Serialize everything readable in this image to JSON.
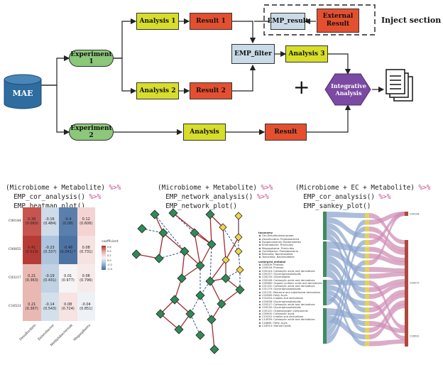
{
  "workflow": {
    "mae": "MAE",
    "experiment1": "Experiment 1",
    "experiment2": "Experiment 2",
    "analysis1": "Analysis  1",
    "analysis2": "Analysis  2",
    "analysis3": "Analysis 3",
    "analysis": "Analysis",
    "result1": "Result  1",
    "result2": "Result  2",
    "result": "Result",
    "emp_result": "EMP_result",
    "external_result": "External Result",
    "emp_filter": "EMP_filter",
    "integrative": "Integrative Analysis",
    "plus": "+",
    "inject_section": "Inject section",
    "document_icon": "document-stack-icon"
  },
  "code1": {
    "line1_a": "(Microbiome + Metabolite)",
    "line1_op": " %>%",
    "line2_a": "  EMP_cor_analysis()",
    "line2_op": " %>%",
    "line3": "  EMP_heatmap_plot()"
  },
  "code2": {
    "line1_a": "(Microbiome + Metabolite)",
    "line1_op": " %>%",
    "line2_a": "  EMP_network_analysis()",
    "line2_op": " %>%",
    "line3": "  EMP_network_plot()"
  },
  "code3": {
    "line1_a": "(Microbiome + EC + Metabolite)",
    "line1_op": " %>%",
    "line2_a": "  EMP_cor_analysis()",
    "line2_op": " %>%",
    "line3": "  EMP_sankey_plot()"
  },
  "heatmap": {
    "rows": [
      "C00144",
      "C00855",
      "C03217",
      "C16531"
    ],
    "cols": [
      "Desulfovibrio",
      "Enterobacter",
      "Methylobacterium",
      "Megasphaera"
    ],
    "cells": [
      [
        "0.39\n(0.060)",
        "-0.16\n(0.484)",
        "-0.4\n(0.08)",
        "0.12\n(0.606)"
      ],
      [
        "0.41\n(0.019)",
        "-0.23\n(0.337)",
        "-0.48\n(0.041) *",
        "0.08\n(0.731)"
      ],
      [
        "0.21\n(0.363)",
        "-0.19\n(0.431)",
        "0.01\n(0.977)",
        "0.06\n(0.796)"
      ],
      [
        "0.21\n(0.367)",
        "-0.14\n(0.543)",
        "0.08\n(0.724)",
        "-0.04\n(0.851)"
      ]
    ],
    "colors": [
      [
        "#c6554f",
        "#cfdbe8",
        "#5b7fad",
        "#f3d4d2"
      ],
      [
        "#b73b35",
        "#aec5dd",
        "#4d73a5",
        "#f6e2e0"
      ],
      [
        "#eab8b3",
        "#c0d2e4",
        "#f7f4f5",
        "#f7ebea"
      ],
      [
        "#eab8b3",
        "#d3e0ec",
        "#f6e3e2",
        "#eef2f7"
      ]
    ],
    "legend_title": "coefficient",
    "legend_ticks": [
      "0.6",
      "0.4",
      "0.2",
      "0.0",
      "-0.2",
      "-0.4"
    ]
  },
  "network_legend": {
    "taxonomy_title": "taxonomy",
    "taxonomy": [
      "Otu:Desulfovibrionaceae",
      "Desulfovibrio: Proteobacteria",
      "Dysgonomonas: Bacteroidetes",
      "Enterobacter: Firmicutes",
      "Megasphaera: Firmicutes",
      "Oscillibacter: Proteobacteria",
      "Rikenella: Bacteroidetes",
      "Tannerella: Bacteroidetes"
    ],
    "metabolite_title": "undergird_metabol",
    "metabolites": [
      "C00009: Phenols",
      "C00016: Phenols",
      "C00144: Carboxylic acids and derivatives",
      "C00157: Glycerophospholipids",
      "C00233: Glycerolipids",
      "C00246: Carboxylic acids and derivatives",
      "C00380: Organic sulfonic acids and derivatives",
      "C01102: Carboxylic acids and derivatives",
      "C01179: Glycerophospholipids",
      "C01231: Benzene and substituted derivatives",
      "C02089: Fatty Acyls",
      "C02494: Indoles and derivatives",
      "C02636: Glycerophospholipids",
      "C03217: Carboxylic acids and derivatives",
      "C04230: Glycerophospholipids",
      "C05122: Organooxygen compounds",
      "C05905: Carboxylic acids",
      "C10310: Indoles and derivatives",
      "C14939: Carboxylic acids and derivatives",
      "C16661: Fatty Acyls",
      "C18314: Steroid Lipids"
    ]
  },
  "sankey": {
    "right_labels": [
      "C00144",
      "C03217",
      "C16531"
    ]
  }
}
